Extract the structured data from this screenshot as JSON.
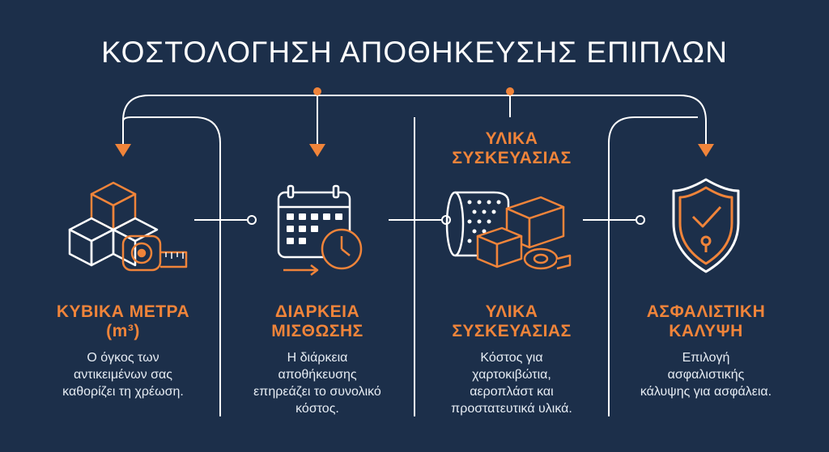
{
  "title": "ΚΟΣΤΟΛΟΓΗΣΗ ΑΠΟΘΗΚΕΥΣΗΣ ΕΠΙΠΛΩΝ",
  "top_label": [
    "ΥΛΙΚΑ",
    "ΣΥΣΚΕΥΑΣΙΑΣ"
  ],
  "colors": {
    "background": "#1c2f4a",
    "accent": "#f0843a",
    "line": "#ffffff"
  },
  "items": [
    {
      "icon": "cubes-tape-measure-icon",
      "heading": [
        "ΚΥΒΙΚΑ ΜΕΤΡΑ",
        "(m³)"
      ],
      "description": [
        "Ο όγκος των",
        "αντικειμένων σας",
        "καθορίζει τη χρέωση."
      ]
    },
    {
      "icon": "calendar-clock-icon",
      "heading": [
        "ΔΙΑΡΚΕΙΑ",
        "ΜΙΣΘΩΣΗΣ"
      ],
      "description": [
        "Η διάρκεια",
        "αποθήκευσης",
        "επηρεάζει το συνολικό",
        "κόστος."
      ]
    },
    {
      "icon": "packing-materials-icon",
      "heading": [
        "ΥΛΙΚΑ",
        "ΣΥΣΚΕΥΑΣΙΑΣ"
      ],
      "description": [
        "Κόστος για",
        "χαρτοκιβώτια,",
        "αεροπλάστ και",
        "προστατευτικά υλικά."
      ]
    },
    {
      "icon": "shield-check-lock-icon",
      "heading": [
        "ΑΣΦΑΛΙΣΤΙΚΗ",
        "ΚΑΛΥΨΗ"
      ],
      "description": [
        "Επιλογή",
        "ασφαλιστικής",
        "κάλυψης για ασφάλεια."
      ]
    }
  ]
}
